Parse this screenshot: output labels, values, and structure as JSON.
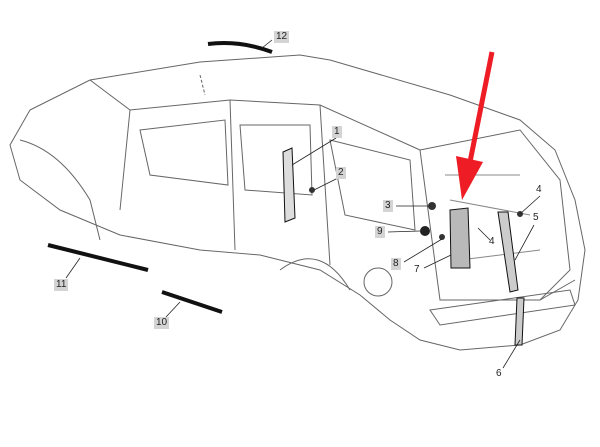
{
  "diagram": {
    "callouts": [
      "1",
      "2",
      "3",
      "4",
      "4",
      "5",
      "6",
      "7",
      "8",
      "9",
      "10",
      "11",
      "12"
    ],
    "colors": {
      "arrow": "#ee1c25",
      "highlight_part": "#b9b9b9",
      "line": "#555555"
    }
  }
}
